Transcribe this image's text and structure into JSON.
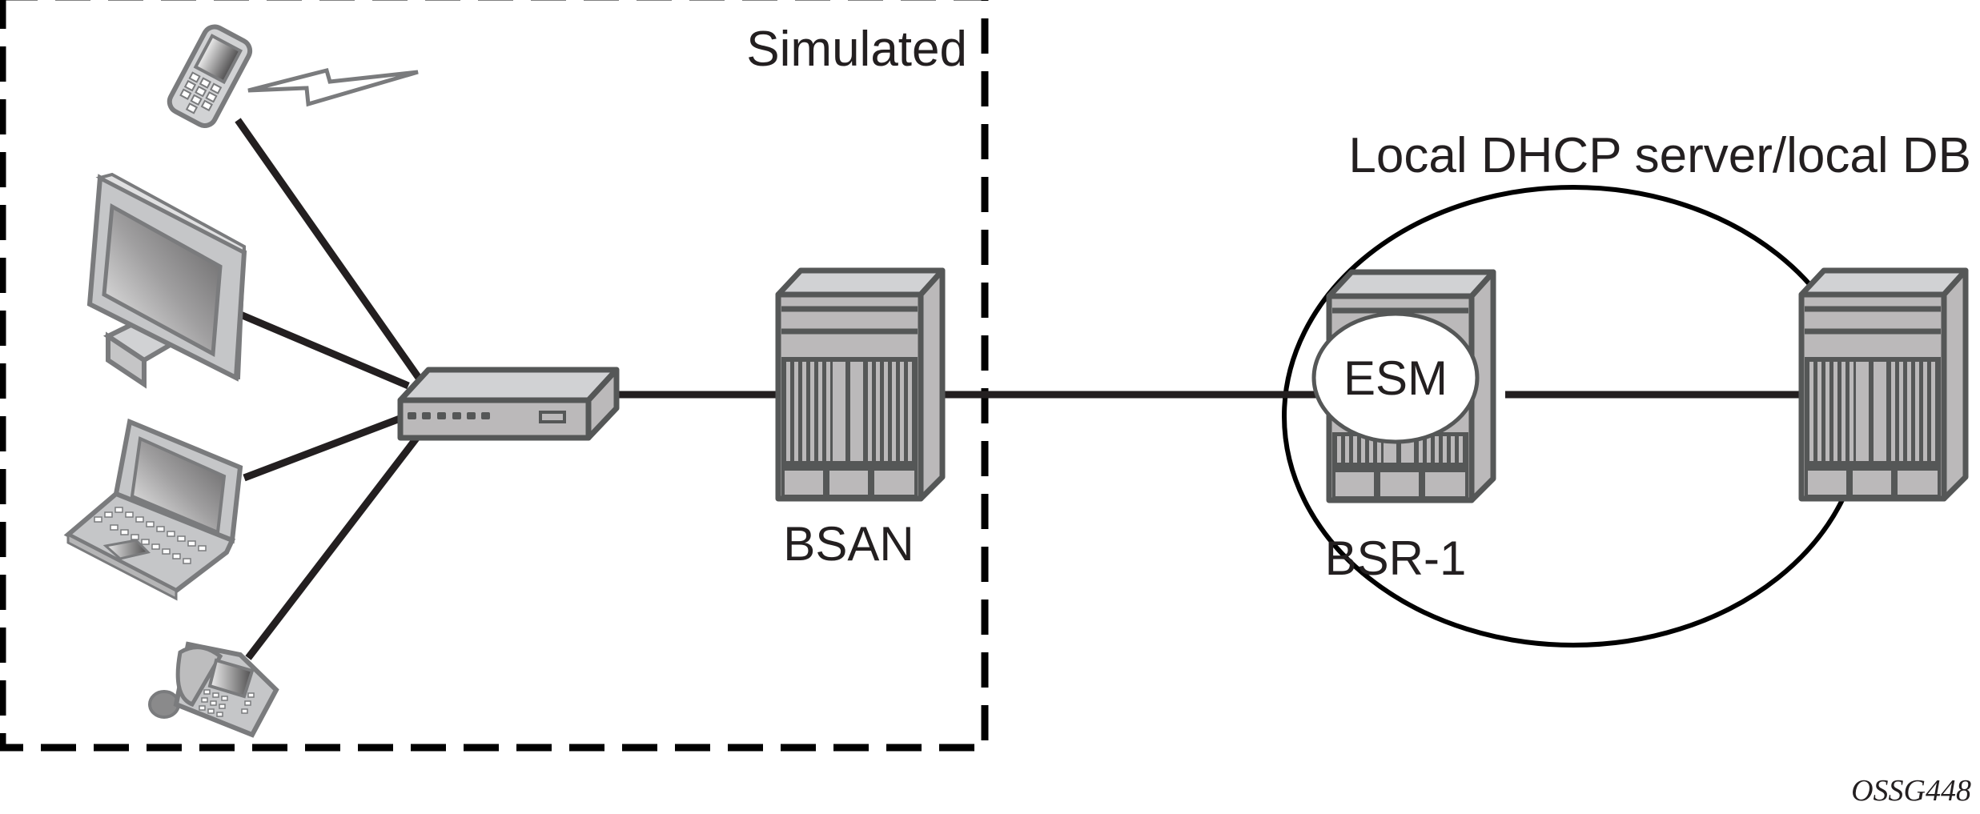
{
  "diagram": {
    "simulated_region": {
      "label": "Simulated"
    },
    "dhcp_region": {
      "label": "Local DHCP server/local DB"
    },
    "nodes": {
      "mobile_phone": {
        "name": "mobile-phone"
      },
      "desktop": {
        "name": "desktop-computer"
      },
      "laptop": {
        "name": "laptop"
      },
      "ip_phone": {
        "name": "ip-phone"
      },
      "switch": {
        "name": "access-switch"
      },
      "bsan": {
        "label": "BSAN"
      },
      "bsr1": {
        "label": "BSR-1",
        "function_label": "ESM"
      },
      "dhcp_server_router": {
        "name": "dhcp-server-router"
      }
    },
    "links": [
      {
        "from": "mobile_phone",
        "to": "switch"
      },
      {
        "from": "desktop",
        "to": "switch"
      },
      {
        "from": "laptop",
        "to": "switch"
      },
      {
        "from": "ip_phone",
        "to": "switch"
      },
      {
        "from": "switch",
        "to": "bsan"
      },
      {
        "from": "bsan",
        "to": "bsr1"
      },
      {
        "from": "bsr1",
        "to": "dhcp_server_router"
      }
    ],
    "figure_id": "OSSG448"
  },
  "colors": {
    "line": "#231f20",
    "device_light": "#d1d2d4",
    "device_mid": "#bbb9ba",
    "device_dark": "#555757",
    "device_outline": "#7a7b7d"
  }
}
